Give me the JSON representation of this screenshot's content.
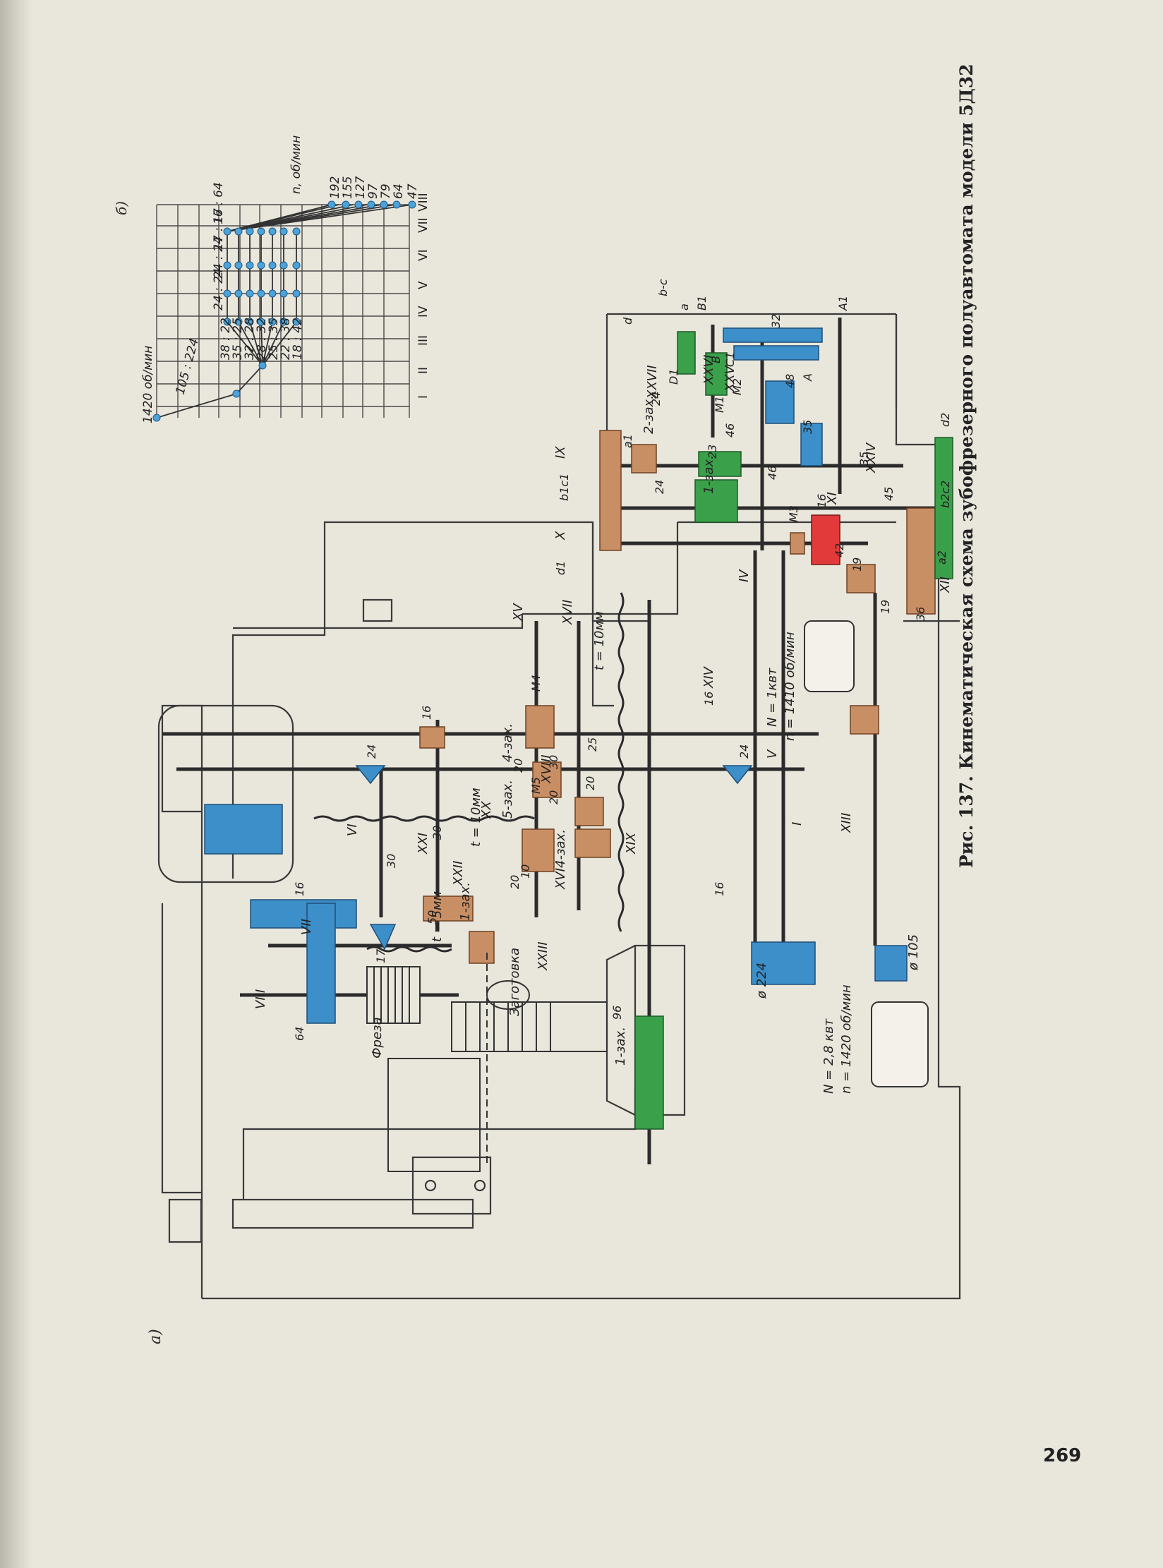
{
  "page": {
    "number": "269",
    "caption": "Рис. 137. Кинематическая схема зубофрезерного полуавтомата модели 5Д32",
    "sub_a": "а)",
    "sub_b": "б)"
  },
  "colors": {
    "background": "#e9e6dc",
    "blue": "#3c8fc9",
    "orange": "#c98f64",
    "green": "#3aa04a",
    "red": "#e23a3a",
    "ink": "#2b2b2b"
  },
  "speed_chart": {
    "top_label": "1420 об/мин",
    "right_label": "n, об/мин",
    "first_ratio": "105 : 224",
    "ratios": [
      "38 : 22",
      "35 : 25",
      "32 : 28",
      "28 : 32",
      "25 : 35",
      "22 : 38",
      "18 : 42"
    ],
    "top_ratios": [
      "24 : 24",
      "24 : 24",
      "17 : 17",
      "16 : 64"
    ],
    "speeds": [
      "192",
      "155",
      "127",
      "97",
      "79",
      "64",
      "47"
    ],
    "shaft_numerals": [
      "I",
      "II",
      "III",
      "IV",
      "V",
      "VI",
      "VII",
      "VIII"
    ]
  },
  "machine": {
    "motor_main": {
      "power": "N = 2,8 квт",
      "speed": "n = 1420 об/мин"
    },
    "motor_aux": {
      "power": "N = 1квт",
      "speed": "n = 1410 об/мин"
    },
    "pulleys": [
      "ø 224",
      "ø 105"
    ],
    "tool": "Фреза",
    "workpiece": "Заготовка",
    "leads": [
      "t = 10мм",
      "t = 10мм",
      "t = 5мм"
    ],
    "worm_labels": [
      "1-зах.",
      "1-зах.",
      "2-зах.",
      "4-зах.",
      "5-зах.",
      "4-зах."
    ],
    "shafts_roman": [
      "I",
      "IV",
      "V",
      "VI",
      "VII",
      "VIII",
      "IX",
      "X",
      "XI",
      "XII",
      "XIII",
      "XIV",
      "XV",
      "XVI",
      "XVII",
      "XVIII",
      "XIX",
      "XX",
      "XXI",
      "XXII",
      "XXIII",
      "XXIV",
      "XXV",
      "XXVI",
      "XXVII"
    ],
    "gear_numbers": [
      "16",
      "24",
      "24",
      "16",
      "16",
      "20",
      "20",
      "30",
      "20",
      "25",
      "10",
      "20",
      "30",
      "17",
      "16",
      "64",
      "30",
      "50",
      "96",
      "24",
      "46",
      "23",
      "32",
      "48",
      "35",
      "35",
      "46",
      "16",
      "42",
      "45",
      "19",
      "19",
      "36",
      "24"
    ],
    "gear_letters": [
      "a1",
      "b1c1",
      "d1",
      "d",
      "b-c",
      "a",
      "B1",
      "A1",
      "B",
      "A",
      "D1",
      "C1",
      "M1",
      "M2",
      "M3",
      "M4",
      "M5",
      "d2",
      "b2c2",
      "a2"
    ]
  }
}
